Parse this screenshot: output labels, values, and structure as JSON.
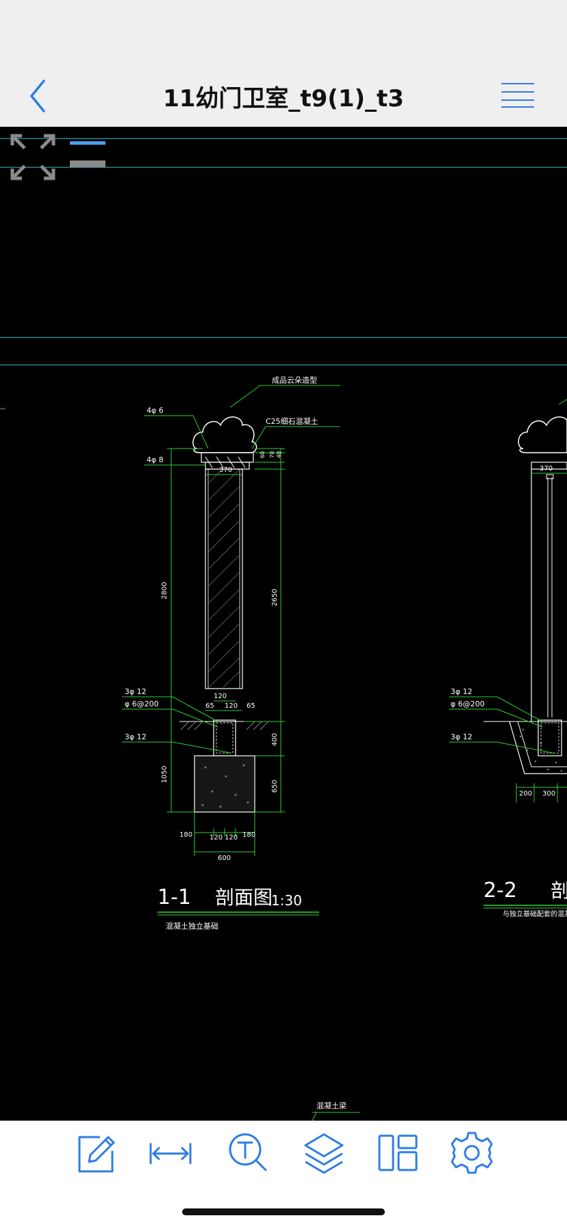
{
  "header": {
    "title": "11幼门卫室_t9(1)_t3"
  },
  "drawing": {
    "section_left": {
      "title": "1-1",
      "subtitle": "剖面图",
      "scale": "1:30",
      "note": "混凝土独立基础",
      "labels": {
        "top_shape": "成品云朵造型",
        "concrete": "C25细石混凝土",
        "rebar_a": "4φ 6",
        "rebar_b": "4φ 8",
        "rebar_c1": "3φ 12",
        "rebar_d": "φ 6@200",
        "rebar_c2": "3φ 12"
      },
      "dims": {
        "d370": "370",
        "d2800": "2800",
        "d2650": "2650",
        "d120a": "120",
        "d65a": "65",
        "d120b": "120",
        "d65b": "65",
        "d400": "400",
        "d650": "650",
        "d1050": "1050",
        "d180a": "180",
        "d120c": "120",
        "d120d": "120",
        "d180b": "180",
        "d600": "600",
        "d60": "60",
        "d70": "70",
        "d40": "40"
      }
    },
    "section_right": {
      "title": "2-2",
      "subtitle": "剖",
      "note": "与独立基础配套的混凝土",
      "labels": {
        "rebar_c1": "3φ 12",
        "rebar_d": "φ 6@200",
        "rebar_c2": "3φ 12"
      },
      "dims": {
        "d370": "370",
        "d200": "200",
        "d300": "300"
      }
    },
    "bottom_label": "混凝土梁"
  },
  "toolbar": {
    "items": [
      "edit",
      "measure",
      "text-search",
      "layers",
      "layout",
      "settings"
    ]
  },
  "colors": {
    "accent": "#2f7de1",
    "cad_green": "#2fd12f",
    "cad_cyan": "#38c6d6",
    "cad_white": "#ffffff",
    "background": "#000000"
  }
}
